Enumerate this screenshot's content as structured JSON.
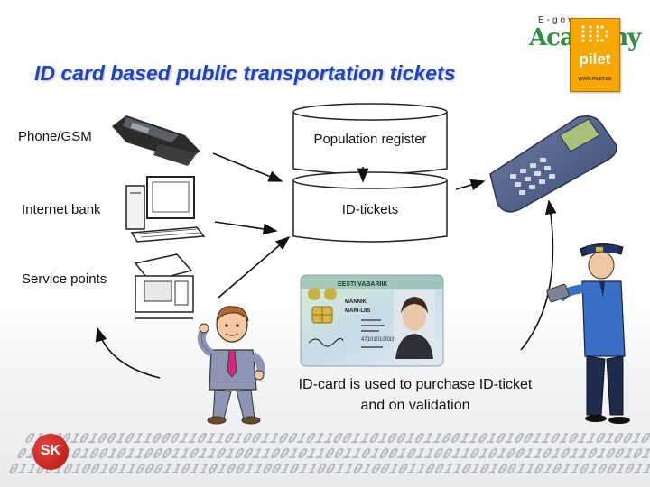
{
  "slide": {
    "title": "ID card based public transportation tickets",
    "logos": {
      "academy_tag": "E-gov",
      "academy_word": "Academy",
      "pilet_name": "pilet",
      "pilet_url": "WWW.PILET.EE",
      "sk": "SK"
    },
    "sources": {
      "phone": "Phone/GSM",
      "internet": "Internet bank",
      "service": "Service points"
    },
    "databases": {
      "register": "Population register",
      "tickets": "ID-tickets"
    },
    "caption": {
      "line1": "ID-card is used to purchase ID-ticket",
      "line2": "and on validation"
    },
    "id_card": {
      "header": "EESTI VABARIIK",
      "surname": "MÄNNIK",
      "given": "MARI-LIIS",
      "code": "47101010033"
    },
    "background_pattern": "01100101001011000110110100110010110011010010110011010100110101101001011010"
  },
  "colors": {
    "title": "#1f43c4",
    "pilet_logo": "#f6a800",
    "academy_text": "#2f8f3f",
    "sk_logo": "#c8201a"
  }
}
